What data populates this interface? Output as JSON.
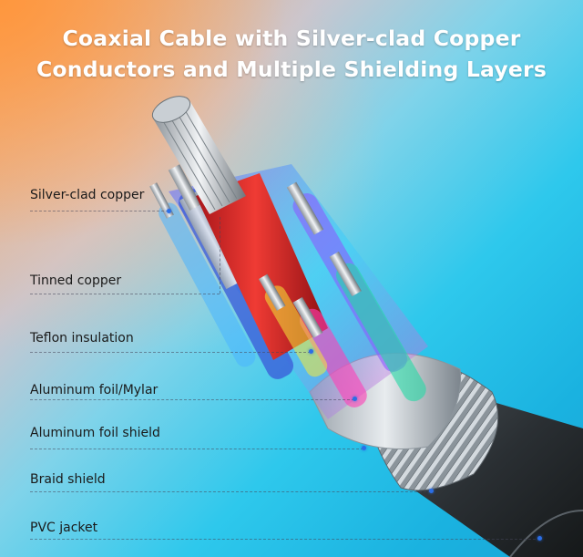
{
  "title": {
    "line1": "Coaxial Cable with Silver-clad Copper",
    "line2": "Conductors and Multiple Shielding Layers"
  },
  "labels": {
    "silver_clad_copper": "Silver-clad copper",
    "tinned_copper": "Tinned copper",
    "teflon_insulation": "Teflon insulation",
    "aluminum_foil_mylar": "Aluminum foil/Mylar",
    "aluminum_foil_shield": "Aluminum foil shield",
    "braid_shield": "Braid shield",
    "pvc_jacket": "PVC jacket"
  },
  "colors": {
    "pointer_dot": "#2b6ee6",
    "core_insulation": "#e0302c",
    "jacket": "#2a2f33"
  }
}
